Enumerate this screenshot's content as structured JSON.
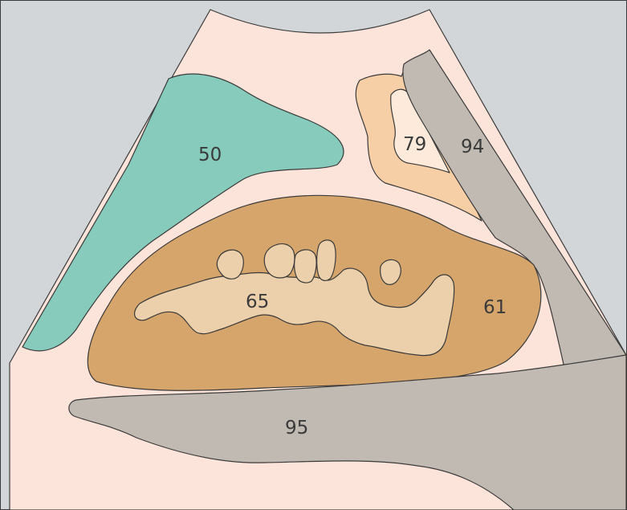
{
  "diagram": {
    "colors": {
      "background": "#d2d6d8",
      "sector_fill": "#fde4da",
      "outline": "#3a3a3a",
      "label_text": "#3a3a3a"
    },
    "regions": [
      {
        "id": "region-50",
        "label": "50",
        "fill": "#86cbbb"
      },
      {
        "id": "region-79-outer",
        "label": "",
        "fill": "#f6cfa7"
      },
      {
        "id": "region-79-inner",
        "label": "79",
        "fill": "#fdeadb"
      },
      {
        "id": "region-94",
        "label": "94",
        "fill": "#c1bab2"
      },
      {
        "id": "region-61",
        "label": "61",
        "fill": "#d5a56c"
      },
      {
        "id": "region-65",
        "label": "65",
        "fill": "#ecd0ab"
      },
      {
        "id": "region-95",
        "label": "95",
        "fill": "#c1bab2"
      }
    ]
  }
}
